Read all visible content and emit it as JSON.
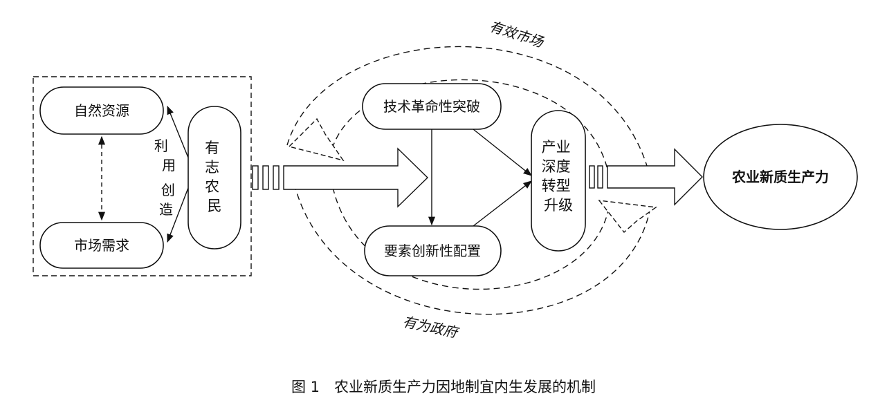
{
  "nodes": {
    "natural_resources": "自然资源",
    "market_demand": "市场需求",
    "ambitious_farmers": "有志农民",
    "tech_breakthrough": "技术革命性突破",
    "factor_allocation": "要素创新性配置",
    "industry_upgrade": "产业深度转型升级",
    "productivity": "农业新质生产力"
  },
  "edge_labels": {
    "utilize": "利用",
    "create": "创造",
    "effective_market": "有效市场",
    "effective_government": "有为政府"
  },
  "caption": "图 1　农业新质生产力因地制宜内生发展的机制"
}
